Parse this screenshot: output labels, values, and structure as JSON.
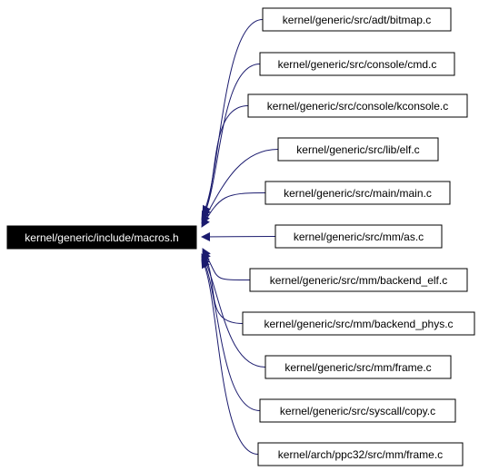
{
  "graph": {
    "root": {
      "label": "kernel/generic/include/macros.h",
      "fill": "#000000",
      "text_color": "#ffffff"
    },
    "edge_color": "#1b1b6e",
    "nodes": [
      {
        "label": "kernel/generic/src/adt/bitmap.c"
      },
      {
        "label": "kernel/generic/src/console/cmd.c"
      },
      {
        "label": "kernel/generic/src/console/kconsole.c"
      },
      {
        "label": "kernel/generic/src/lib/elf.c"
      },
      {
        "label": "kernel/generic/src/main/main.c"
      },
      {
        "label": "kernel/generic/src/mm/as.c"
      },
      {
        "label": "kernel/generic/src/mm/backend_elf.c"
      },
      {
        "label": "kernel/generic/src/mm/backend_phys.c"
      },
      {
        "label": "kernel/generic/src/mm/frame.c"
      },
      {
        "label": "kernel/generic/src/syscall/copy.c"
      },
      {
        "label": "kernel/arch/ppc32/src/mm/frame.c"
      }
    ]
  }
}
